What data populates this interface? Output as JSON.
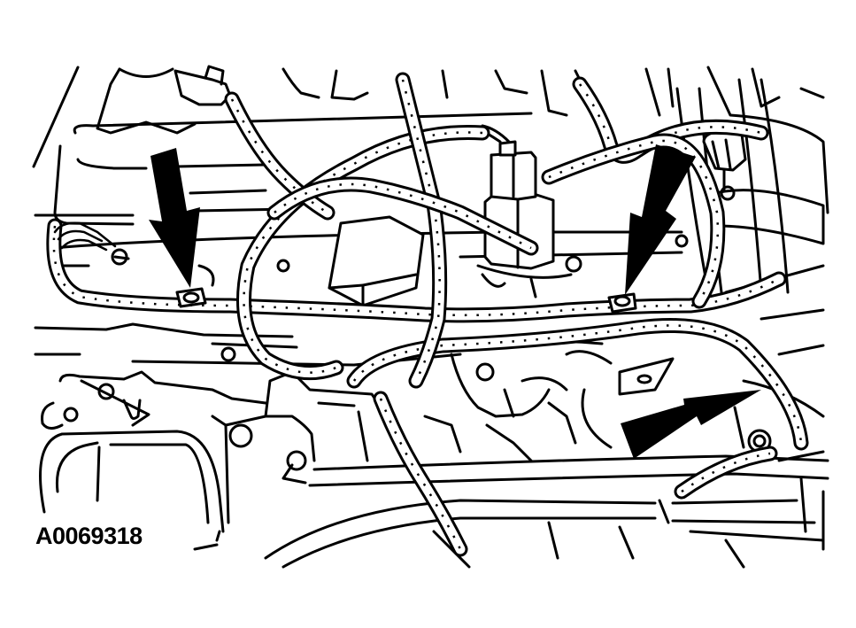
{
  "figure": {
    "id_label": "A0069318",
    "style": "black-and-white technical line illustration",
    "subject": "engine wiring harness routed across intake manifold with retaining clips",
    "background_color": "#ffffff",
    "line_color": "#000000"
  },
  "callouts": [
    {
      "name": "arrow-left",
      "direction": "down-right",
      "points_to": "harness retaining clip (left)"
    },
    {
      "name": "arrow-right-upper",
      "direction": "down-left",
      "points_to": "harness retaining clip (right)"
    },
    {
      "name": "arrow-right-lower",
      "direction": "up-right",
      "points_to": "harness bracket bolt (lower right)"
    }
  ],
  "components": [
    "wiring-harness",
    "electrical-connector",
    "solenoid-valve",
    "hex-cap",
    "intake-manifold",
    "mounting-bracket",
    "harness-clip",
    "bolt",
    "hose"
  ]
}
